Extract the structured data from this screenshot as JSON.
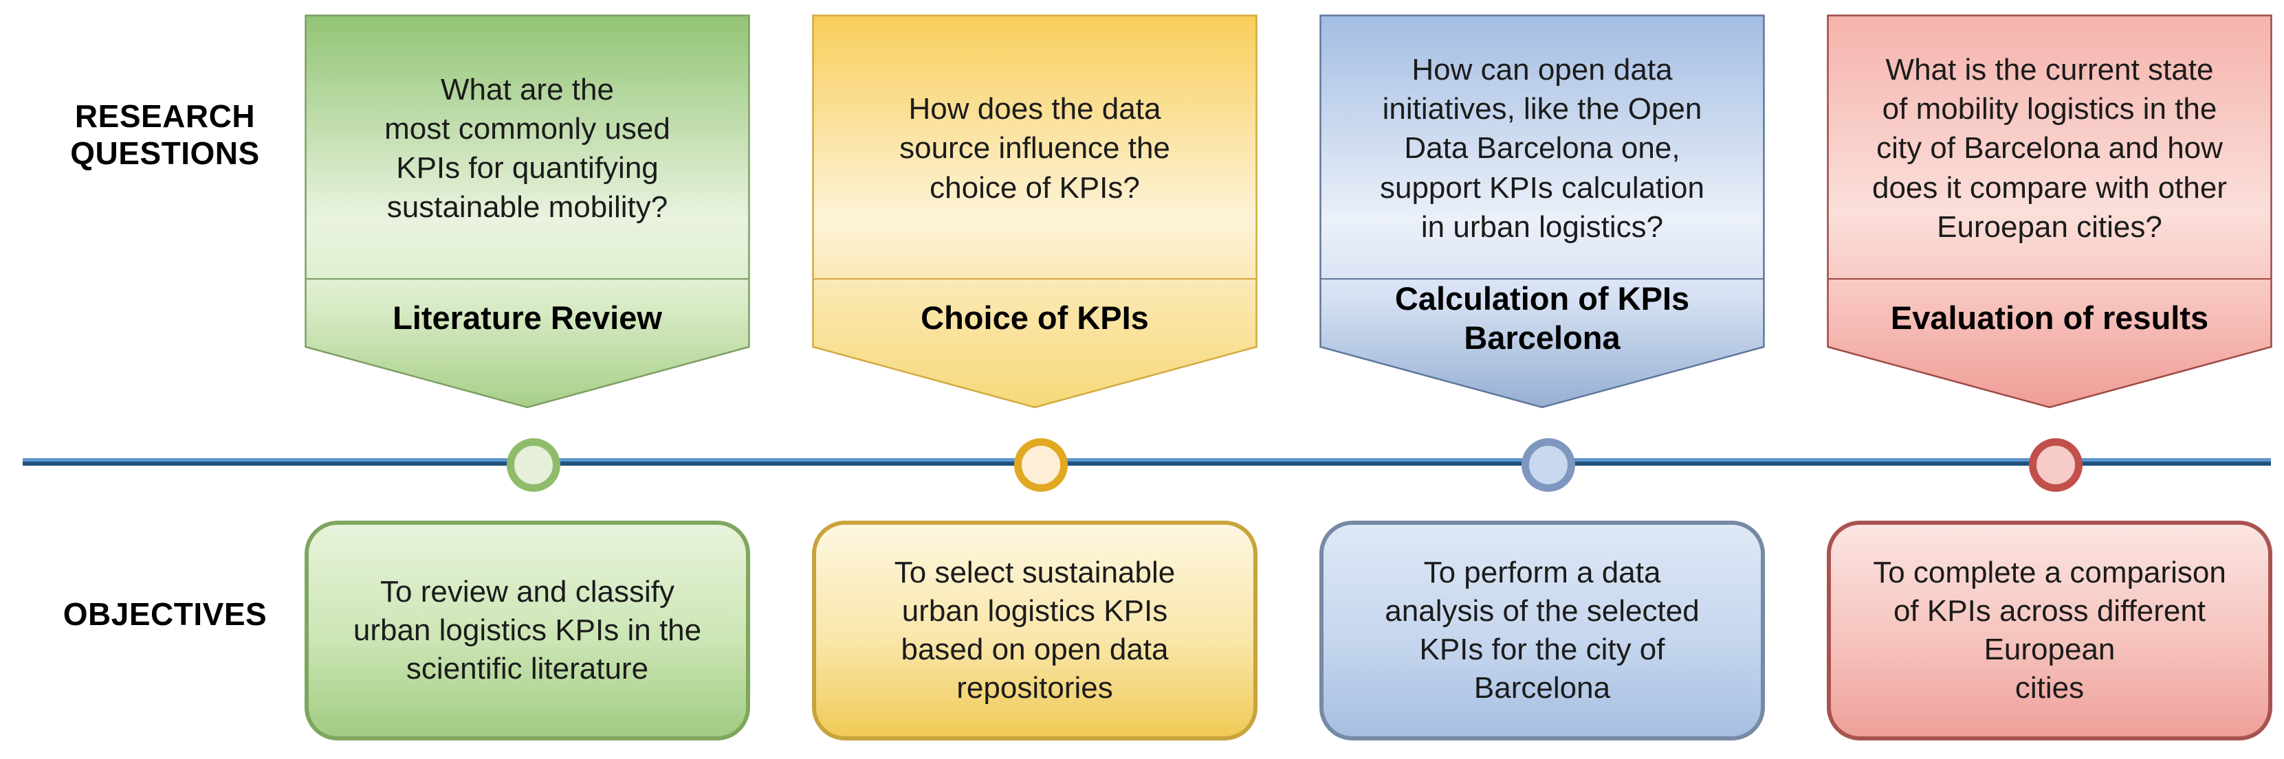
{
  "diagram_title": "Research questions and objectives timeline",
  "row_labels": {
    "research_questions": "RESEARCH\nQUESTIONS",
    "objectives": "OBJECTIVES"
  },
  "palette": {
    "timeline_light_blue": "#5E97CE",
    "timeline_dark_blue": "#21527E",
    "green_accent": "#92C475",
    "yellow_accent": "#F8CE5B",
    "blue_accent": "#A3BDE3",
    "red_accent": "#F1A29B",
    "green_border": "#7E9E63",
    "yellow_border": "#D4A93F",
    "blue_border": "#5E779B",
    "red_border": "#9E4A46",
    "text_color": "#1b1b1b"
  },
  "columns": [
    {
      "id": "literature-review",
      "color_name": "green",
      "question": "What are the\nmost commonly used\nKPIs for quantifying\nsustainable mobility?",
      "step_label": "Literature Review",
      "objective": "To review and classify\nurban logistics KPIs in the\nscientific literature"
    },
    {
      "id": "choice-of-kpis",
      "color_name": "yellow",
      "question": "How does the data\nsource influence the\nchoice of KPIs?",
      "step_label": "Choice of KPIs",
      "objective": "To select sustainable\nurban logistics KPIs\nbased on open data\nrepositories"
    },
    {
      "id": "calculation-of-kpis",
      "color_name": "blue",
      "question": "How can open data\ninitiatives, like the Open\nData Barcelona one,\nsupport KPIs calculation\nin urban logistics?",
      "step_label": "Calculation of KPIs\nBarcelona",
      "objective": "To perform a data\nanalysis of the selected\nKPIs for the city of\nBarcelona"
    },
    {
      "id": "evaluation-of-results",
      "color_name": "red",
      "question": "What is the current state\nof mobility logistics in the\ncity of Barcelona and how\ndoes it compare with other\nEuroepan cities?",
      "step_label": "Evaluation of results",
      "objective": "To complete a comparison\nof KPIs across different\nEuropean\ncities"
    }
  ]
}
